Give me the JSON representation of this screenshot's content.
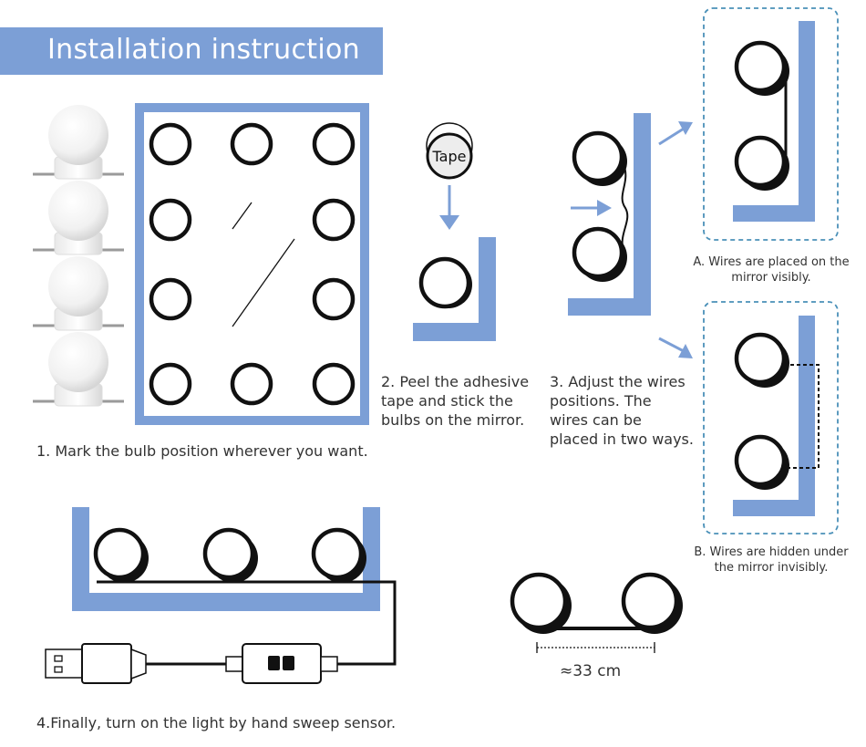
{
  "header": {
    "title": "Installation instruction"
  },
  "steps": {
    "step1": "1. Mark the bulb position wherever you want.",
    "step2": [
      "2. Peel the adhesive",
      "tape and stick the",
      "bulbs on the mirror."
    ],
    "step3": [
      "3. Adjust the wires",
      "positions. The",
      "wires can be",
      "placed in two ways."
    ],
    "step4": "4.Finally, turn on the light by hand sweep sensor."
  },
  "options": {
    "a": [
      "A. Wires are placed on the",
      "mirror visibly."
    ],
    "b": [
      "B. Wires are hidden under",
      "the mirror invisibly."
    ]
  },
  "tape": {
    "label": "Tape"
  },
  "spacing": {
    "label": "≈33 cm"
  },
  "colors": {
    "accent_blue": "#7c9fd6",
    "dashed_frame": "#4a90b8",
    "ink": "#111111"
  }
}
